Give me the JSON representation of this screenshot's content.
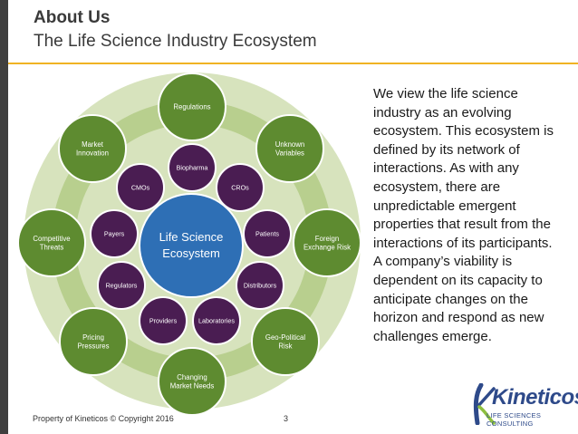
{
  "header": {
    "title": "About Us",
    "subtitle": "The Life Science Industry Ecosystem"
  },
  "diagram": {
    "center": [
      "Life Science",
      "Ecosystem"
    ],
    "outer_nodes": [
      {
        "id": "regulations",
        "lines": [
          "Regulations"
        ]
      },
      {
        "id": "unknown-variables",
        "lines": [
          "Unknown",
          "Variables"
        ]
      },
      {
        "id": "foreign-exchange-risk",
        "lines": [
          "Foreign",
          "Exchange Risk"
        ]
      },
      {
        "id": "geo-political-risk",
        "lines": [
          "Geo-Political",
          "Risk"
        ]
      },
      {
        "id": "changing-market-needs",
        "lines": [
          "Changing",
          "Market Needs"
        ]
      },
      {
        "id": "pricing-pressures",
        "lines": [
          "Pricing",
          "Pressures"
        ]
      },
      {
        "id": "competitive-threats",
        "lines": [
          "Competitive",
          "Threats"
        ]
      },
      {
        "id": "market-innovation",
        "lines": [
          "Market",
          "Innovation"
        ]
      }
    ],
    "inner_nodes": [
      {
        "id": "biopharma",
        "lines": [
          "Biopharma"
        ]
      },
      {
        "id": "cros",
        "lines": [
          "CROs"
        ]
      },
      {
        "id": "patients",
        "lines": [
          "Patients"
        ]
      },
      {
        "id": "distributors",
        "lines": [
          "Distributors"
        ]
      },
      {
        "id": "laboratories",
        "lines": [
          "Laboratories"
        ]
      },
      {
        "id": "providers",
        "lines": [
          "Providers"
        ]
      },
      {
        "id": "regulators",
        "lines": [
          "Regulators"
        ]
      },
      {
        "id": "payers",
        "lines": [
          "Payers"
        ]
      },
      {
        "id": "cmos",
        "lines": [
          "CMOs"
        ]
      }
    ],
    "colors": {
      "outer_node": "#5e8b30",
      "inner_node": "#4a1d52",
      "center": "#2e6fb5",
      "outer_ring": "#d7e3bd",
      "band": "#b8cf8e",
      "node_border": "#ffffff"
    }
  },
  "description": "We view the life science industry as an evolving ecosystem.  This ecosystem is defined by its network of interactions.  As with any ecosystem, there are unpredictable emergent properties that result from the interactions of its participants.  A company’s viability is dependent on its capacity to anticipate changes on the horizon and respond as new challenges emerge.",
  "footer": {
    "copyright": "Property of Kineticos © Copyright 2016",
    "page_number": "3"
  },
  "logo": {
    "name": "Kineticos",
    "tagline": "LIFE SCIENCES CONSULTING"
  }
}
